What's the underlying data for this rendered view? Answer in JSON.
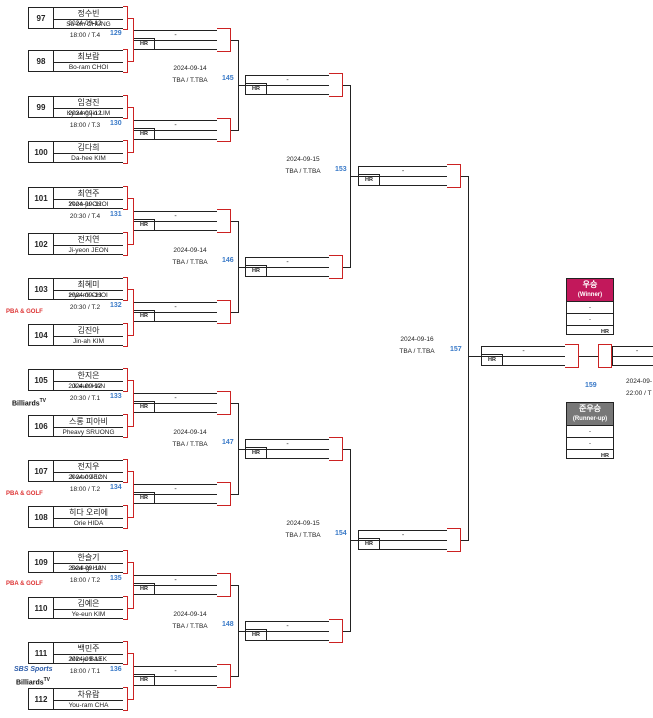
{
  "bracket": {
    "players": [
      {
        "num": "97",
        "kr": "정수빈",
        "en": "Su-bin CHUNG"
      },
      {
        "num": "98",
        "kr": "최보람",
        "en": "Bo-ram CHOI"
      },
      {
        "num": "99",
        "kr": "임경진",
        "en": "Kyoung-jin LIM"
      },
      {
        "num": "100",
        "kr": "김다희",
        "en": "Da-hee KIM"
      },
      {
        "num": "101",
        "kr": "최연주",
        "en": "Yeon-ju CHOI"
      },
      {
        "num": "102",
        "kr": "전지연",
        "en": "Ji-yeon JEON"
      },
      {
        "num": "103",
        "kr": "최혜미",
        "en": "Hye-mi CHOI"
      },
      {
        "num": "104",
        "kr": "김진아",
        "en": "Jin-ah KIM"
      },
      {
        "num": "105",
        "kr": "한지은",
        "en": "Ji-eun HAN"
      },
      {
        "num": "106",
        "kr": "스롱 피아비",
        "en": "Pheavy SRUONG"
      },
      {
        "num": "107",
        "kr": "전지우",
        "en": "Ji-woo JEON"
      },
      {
        "num": "108",
        "kr": "히다 오리에",
        "en": "Orie HIDA"
      },
      {
        "num": "109",
        "kr": "한슬기",
        "en": "Seul-gi HAN"
      },
      {
        "num": "110",
        "kr": "김예은",
        "en": "Ye-eun KIM"
      },
      {
        "num": "111",
        "kr": "백민주",
        "en": "Min-ju BAEK"
      },
      {
        "num": "112",
        "kr": "차유람",
        "en": "You-ram CHA"
      }
    ],
    "r1": [
      {
        "no": "129",
        "date": "2024-09-12",
        "time": "18:00 / T.4",
        "dash": "-",
        "hr": "HR"
      },
      {
        "no": "130",
        "date": "2024-09-12",
        "time": "18:00 / T.3",
        "dash": "-",
        "hr": "HR"
      },
      {
        "no": "131",
        "date": "2024-09-12",
        "time": "20:30 / T.4",
        "dash": "-",
        "hr": "HR"
      },
      {
        "no": "132",
        "date": "2024-09-13",
        "time": "20:30 / T.2",
        "dash": "-",
        "hr": "HR"
      },
      {
        "no": "133",
        "date": "2024-09-12",
        "time": "20:30 / T.1",
        "dash": "-",
        "hr": "HR"
      },
      {
        "no": "134",
        "date": "2024-09-12",
        "time": "18:00 / T.2",
        "dash": "-",
        "hr": "HR"
      },
      {
        "no": "135",
        "date": "2024-09-13",
        "time": "18:00 / T.2",
        "dash": "-",
        "hr": "HR"
      },
      {
        "no": "136",
        "date": "2024-09-13",
        "time": "18:00 / T.1",
        "dash": "-",
        "hr": "HR"
      }
    ],
    "r2": [
      {
        "no": "145",
        "date": "2024-09-14",
        "time": "TBA / T.TBA",
        "dash": "-",
        "hr": "HR"
      },
      {
        "no": "146",
        "date": "2024-09-14",
        "time": "TBA / T.TBA",
        "dash": "-",
        "hr": "HR"
      },
      {
        "no": "147",
        "date": "2024-09-14",
        "time": "TBA / T.TBA",
        "dash": "-",
        "hr": "HR"
      },
      {
        "no": "148",
        "date": "2024-09-14",
        "time": "TBA / T.TBA",
        "dash": "-",
        "hr": "HR"
      }
    ],
    "r3": [
      {
        "no": "153",
        "date": "2024-09-15",
        "time": "TBA / T.TBA",
        "dash": "-",
        "hr": "HR"
      },
      {
        "no": "154",
        "date": "2024-09-15",
        "time": "TBA / T.TBA",
        "dash": "-",
        "hr": "HR"
      }
    ],
    "r4": {
      "no": "157",
      "date": "2024-09-16",
      "time": "TBA / T.TBA",
      "dash": "-",
      "hr": "HR"
    },
    "final": {
      "no": "159",
      "date": "2024-09-",
      "time": "22:00 / T",
      "dash": "-"
    },
    "winner": {
      "title": "우승",
      "subtitle": "(Winner)",
      "row1": "-",
      "row2": "-",
      "hr": "HR",
      "color": "#c2185b"
    },
    "runnerup": {
      "title": "준우승",
      "subtitle": "(Runner-up)",
      "row1": "-",
      "row2": "-",
      "hr": "HR",
      "color": "#777777"
    }
  },
  "logos": {
    "pba_golf": "PBA & GOLF",
    "billiards_tv": "Billiards",
    "tv_mark": "TV",
    "sbs_sports": "SBS Sports"
  }
}
